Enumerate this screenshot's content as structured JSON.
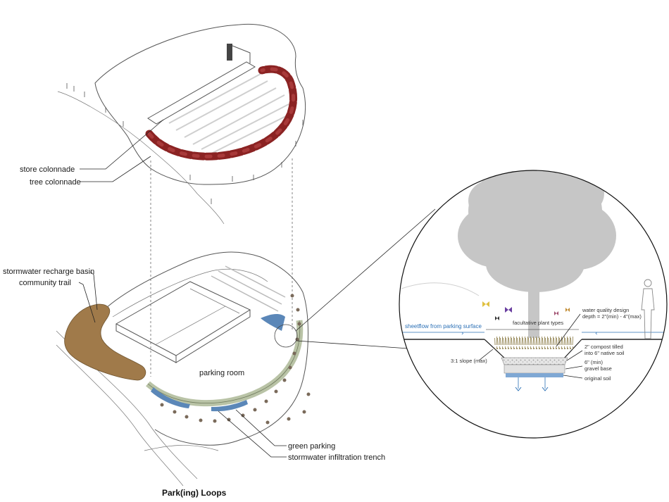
{
  "labels": {
    "store_colonnade": "store colonnade",
    "tree_colonnade": "tree colonnade",
    "stormwater_recharge_basin": "stormwater recharge basin",
    "community_trail": "community trail",
    "parking_room": "parking room",
    "green_parking": "green parking",
    "stormwater_infiltration_trench": "stormwater infiltration trench"
  },
  "section": {
    "sheetflow": "sheetflow from parking surface",
    "water_quality_line1": "water quality design",
    "water_quality_line2": "depth = 2\"(min) - 4\"(max)",
    "facultative": "facultative plant types",
    "slope": "3:1 slope (max)",
    "compost_line1": "2\" compost tilled",
    "compost_line2": "into 6\" native soil",
    "gravel_line1": "6\" (min)",
    "gravel_line2": "gravel base",
    "original_soil": "original soil"
  },
  "caption": "Park(ing) Loops",
  "colors": {
    "tree_red": "#8b2323",
    "basin_brown": "#a07a4a",
    "water_blue": "#5b87b8",
    "trench_green": "#b9c3a6",
    "tree_gray": "#bdbdbd"
  }
}
